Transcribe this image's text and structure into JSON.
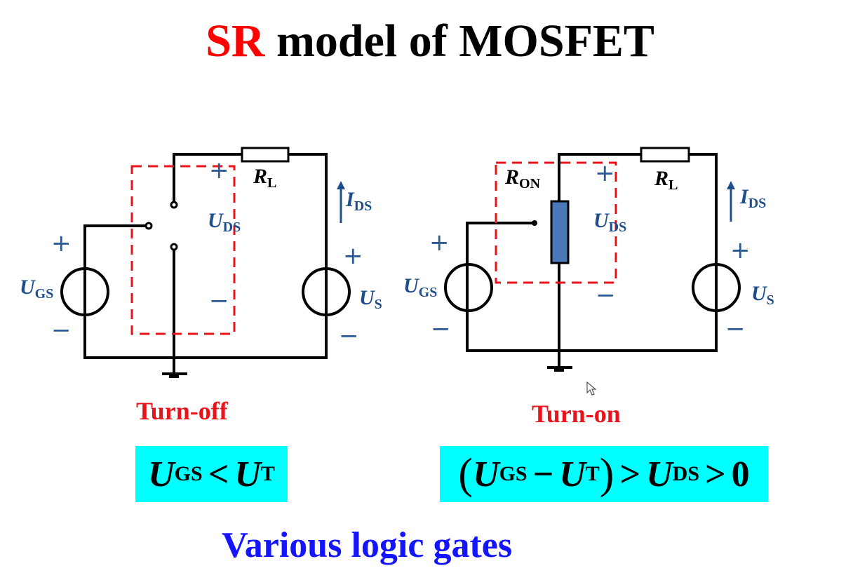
{
  "title": {
    "accent": "SR",
    "rest": " model of MOSFET"
  },
  "colors": {
    "accent_red": "#e8141c",
    "label_blue": "#1f4e8c",
    "box_cyan": "#00ffff",
    "footer_blue": "#1414ff",
    "ron_fill": "#4a78b8"
  },
  "turn_off": {
    "caption": "Turn-off",
    "labels": {
      "ugs_main": "U",
      "ugs_sub": "GS",
      "uds_main": "U",
      "uds_sub": "DS",
      "rl_main": "R",
      "rl_sub": "L",
      "ids_main": "I",
      "ids_sub": "DS",
      "us_main": "U",
      "us_sub": "S"
    },
    "signs": {
      "plus": "+",
      "minus": "−"
    },
    "condition": {
      "a_main": "U",
      "a_sub": "GS",
      "op": "<",
      "b_main": "U",
      "b_sub": "T"
    }
  },
  "turn_on": {
    "caption": "Turn-on",
    "labels": {
      "ron_main": "R",
      "ron_sub": "ON",
      "ugs_main": "U",
      "ugs_sub": "GS",
      "uds_main": "U",
      "uds_sub": "DS",
      "rl_main": "R",
      "rl_sub": "L",
      "ids_main": "I",
      "ids_sub": "DS",
      "us_main": "U",
      "us_sub": "S"
    },
    "signs": {
      "plus": "+",
      "minus": "−"
    },
    "condition": {
      "lparen": "(",
      "a_main": "U",
      "a_sub": "GS",
      "minus": "−",
      "b_main": "U",
      "b_sub": "T",
      "rparen": ")",
      "gt1": ">",
      "c_main": "U",
      "c_sub": "DS",
      "gt2": ">",
      "zero": "0"
    }
  },
  "footer": "Various logic gates"
}
